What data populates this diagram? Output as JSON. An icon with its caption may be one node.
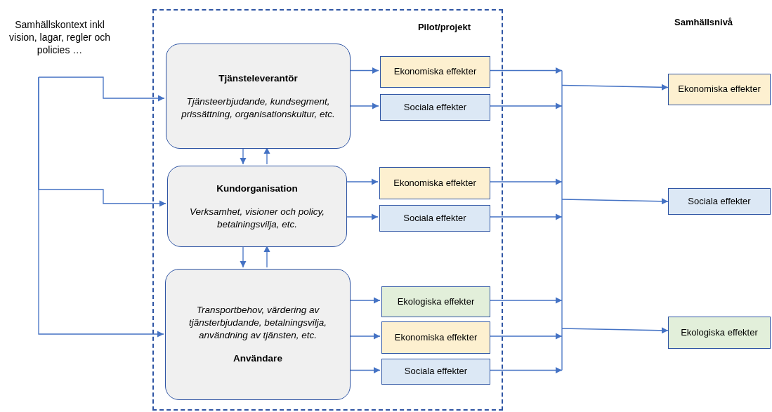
{
  "diagram": {
    "nodes": [
      {
        "text": [
          "Samhällskontext inkl vision, lagar, regler och policies …"
        ]
      },
      {
        "text": [
          "Pilot/projekt"
        ]
      },
      {
        "text": [
          "Tjänsteleverantör",
          "Tjänsteerbjudande, kundsegment, prissättning, organisationskultur, etc."
        ],
        "in": 1
      },
      {
        "text": [
          "Kundorganisation",
          "Verksamhet, visioner och policy, betalningsvilja,  etc."
        ],
        "in": 1
      },
      {
        "text": [
          "Transportbehov, värdering av tjänsterbjudande, betalningsvilja, användning av tjänsten, etc.",
          "Användare"
        ],
        "in": 1
      },
      {
        "text": [
          "Ekonomiska effekter"
        ],
        "in": 1
      },
      {
        "text": [
          "Sociala effekter"
        ],
        "in": 1
      },
      {
        "text": [
          "Ekonomiska effekter"
        ],
        "in": 1
      },
      {
        "text": [
          "Sociala effekter"
        ],
        "in": 1
      },
      {
        "text": [
          "Ekologiska effekter"
        ],
        "in": 1
      },
      {
        "text": [
          "Ekonomiska effekter"
        ],
        "in": 1
      },
      {
        "text": [
          "Sociala effekter"
        ],
        "in": 1
      },
      {
        "text": [
          "Ekonomiska effekter"
        ]
      },
      {
        "text": [
          "Sociala effekter"
        ]
      },
      {
        "text": [
          "Ekologiska effekter"
        ]
      }
    ],
    "edges": [
      {
        "from": 0,
        "to": 2,
        "arrow": "to"
      },
      {
        "from": 0,
        "to": 3,
        "arrow": "to"
      },
      {
        "from": 0,
        "to": 4,
        "arrow": "to"
      },
      {
        "from": 2,
        "to": 3,
        "arrow": "to"
      },
      {
        "from": 3,
        "to": 2,
        "arrow": "to"
      },
      {
        "from": 3,
        "to": 4,
        "arrow": "to"
      },
      {
        "from": 4,
        "to": 3,
        "arrow": "to"
      },
      {
        "from": 2,
        "to": 5,
        "arrow": "to"
      },
      {
        "from": 2,
        "to": 6,
        "arrow": "to"
      },
      {
        "from": 3,
        "to": 7,
        "arrow": "to"
      },
      {
        "from": 3,
        "to": 8,
        "arrow": "to"
      },
      {
        "from": 4,
        "to": 9,
        "arrow": "to"
      },
      {
        "from": 4,
        "to": 10,
        "arrow": "to"
      },
      {
        "from": 4,
        "to": 11,
        "arrow": "to"
      },
      {
        "from": 5,
        "to": 12,
        "arrow": "to"
      },
      {
        "from": 5,
        "to": 13,
        "arrow": "to"
      },
      {
        "from": 5,
        "to": 14,
        "arrow": "to"
      },
      {
        "from": 6,
        "to": 12,
        "arrow": "to"
      },
      {
        "from": 6,
        "to": 13,
        "arrow": "to"
      },
      {
        "from": 6,
        "to": 14,
        "arrow": "to"
      },
      {
        "from": 7,
        "to": 12,
        "arrow": "to"
      },
      {
        "from": 7,
        "to": 13,
        "arrow": "to"
      },
      {
        "from": 7,
        "to": 14,
        "arrow": "to"
      },
      {
        "from": 8,
        "to": 12,
        "arrow": "to"
      },
      {
        "from": 8,
        "to": 13,
        "arrow": "to"
      },
      {
        "from": 8,
        "to": 14,
        "arrow": "to"
      },
      {
        "from": 9,
        "to": 12,
        "arrow": "to"
      },
      {
        "from": 9,
        "to": 13,
        "arrow": "to"
      },
      {
        "from": 9,
        "to": 14,
        "arrow": "to"
      },
      {
        "from": 10,
        "to": 12,
        "arrow": "to"
      },
      {
        "from": 10,
        "to": 13,
        "arrow": "to"
      },
      {
        "from": 10,
        "to": 14,
        "arrow": "to"
      },
      {
        "from": 11,
        "to": 12,
        "arrow": "to"
      },
      {
        "from": 11,
        "to": 13,
        "arrow": "to"
      },
      {
        "from": 11,
        "to": 14,
        "arrow": "to"
      }
    ],
    "labels": [
      "Samhällsnivå"
    ]
  }
}
